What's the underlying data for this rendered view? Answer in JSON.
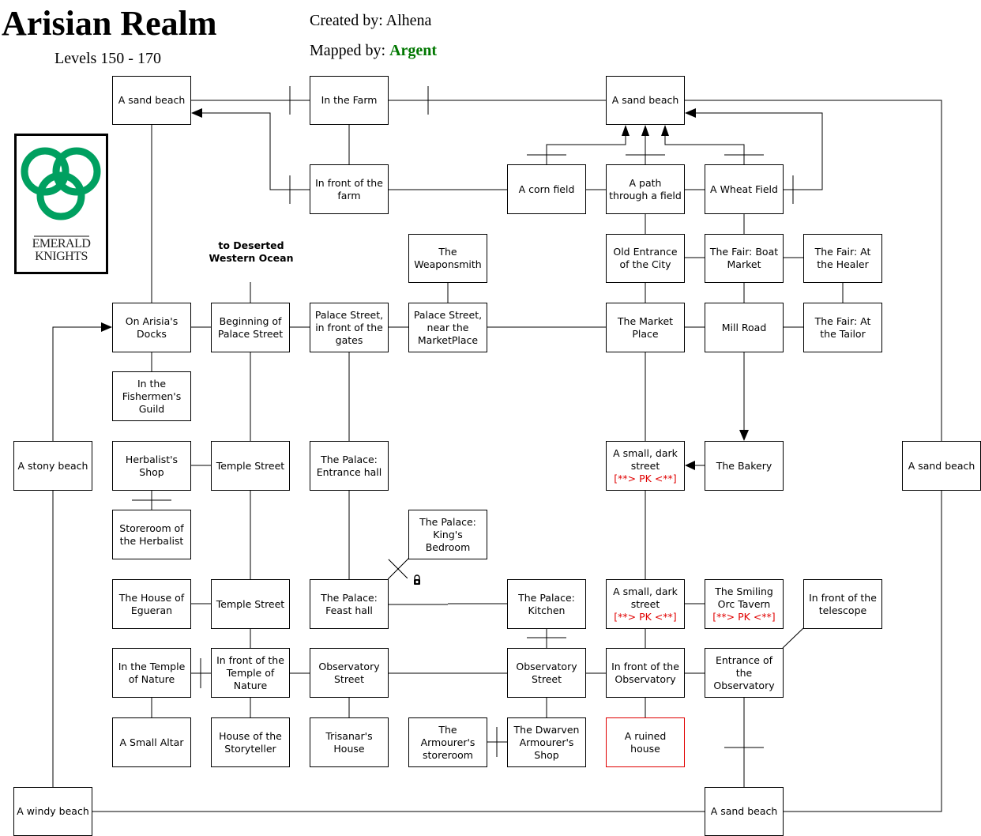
{
  "header": {
    "title": "Arisian Realm",
    "levels": "Levels 150 - 170",
    "created_by_label": "Created by:",
    "created_by": "Alhena",
    "mapped_by_label": "Mapped by:",
    "mapped_by": "Argent",
    "mapper_color": "#007700"
  },
  "logo": {
    "line1": "EMERALD",
    "line2": "KNIGHTS",
    "color": "#00a060"
  },
  "exit_label": "to Deserted Western Ocean",
  "pk_tag": "[**> PK <**]",
  "rooms": {
    "sand_beach_nw": "A sand beach",
    "in_the_farm": "In the Farm",
    "sand_beach_n": "A sand beach",
    "in_front_of_farm": "In front of the farm",
    "corn_field": "A corn field",
    "path_through_field": "A path through a field",
    "wheat_field": "A Wheat Field",
    "weaponsmith": "The Weaponsmith",
    "old_entrance": "Old Entrance of the City",
    "fair_boat_market": "The Fair: Boat Market",
    "fair_healer": "The Fair: At the Healer",
    "arisia_docks": "On Arisia's Docks",
    "beginning_palace_street": "Beginning of Palace Street",
    "palace_street_gates": "Palace Street, in front of the gates",
    "palace_street_market": "Palace Street, near the MarketPlace",
    "market_place": "The Market Place",
    "mill_road": "Mill Road",
    "fair_tailor": "The Fair: At the Tailor",
    "fishermen_guild": "In the Fishermen's Guild",
    "stony_beach": "A stony beach",
    "herbalist_shop": "Herbalist's Shop",
    "temple_street_1": "Temple Street",
    "palace_entrance_hall": "The Palace: Entrance hall",
    "small_dark_street_1": "A small, dark street",
    "bakery": "The Bakery",
    "sand_beach_e": "A sand beach",
    "herbalist_storeroom": "Storeroom of the Herbalist",
    "kings_bedroom": "The Palace: King's Bedroom",
    "house_egueran": "The House of Egueran",
    "temple_street_2": "Temple Street",
    "feast_hall": "The Palace: Feast hall",
    "kitchen": "The Palace: Kitchen",
    "small_dark_street_2": "A small, dark street",
    "smiling_orc": "The Smiling Orc Tavern",
    "telescope": "In front of the telescope",
    "temple_of_nature": "In the Temple of Nature",
    "front_temple_nature": "In front of the Temple of Nature",
    "observatory_street_1": "Observatory Street",
    "observatory_street_2": "Observatory Street",
    "front_observatory": "In front of the Observatory",
    "observatory_entrance": "Entrance of the Observatory",
    "small_altar": "A Small Altar",
    "storyteller": "House of the Storyteller",
    "trisanar": "Trisanar's House",
    "armourer_storeroom": "The Armourer's storeroom",
    "dwarven_armourer": "The Dwarven Armourer's Shop",
    "ruined_house": "A ruined house",
    "windy_beach": "A windy beach",
    "sand_beach_s": "A sand beach"
  },
  "colors": {
    "pk": "#e00000",
    "danger_border": "#e00000"
  }
}
